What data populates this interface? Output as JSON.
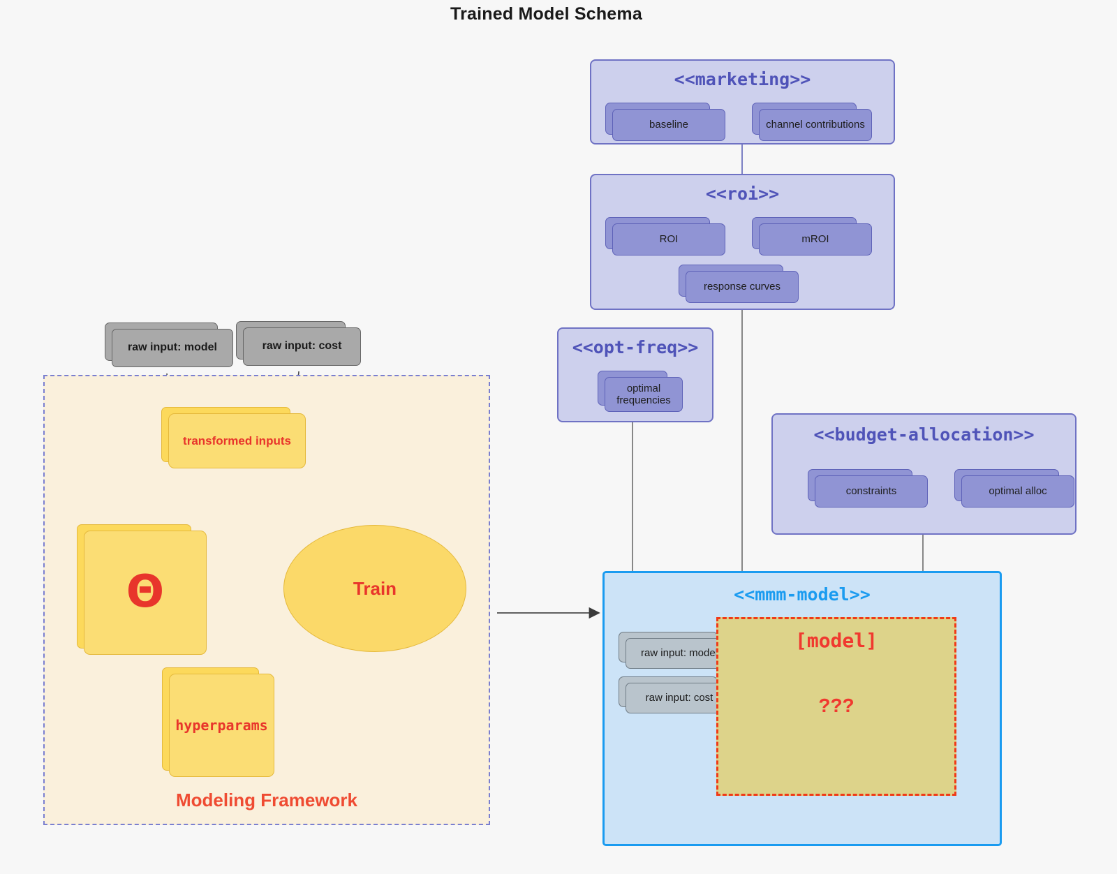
{
  "title": "Trained Model Schema",
  "packages": {
    "marketing": {
      "title": "<<marketing>>",
      "nodes": [
        {
          "label": "baseline"
        },
        {
          "label": "channel contributions"
        }
      ]
    },
    "roi": {
      "title": "<<roi>>",
      "nodes": [
        {
          "label": "ROI"
        },
        {
          "label": "mROI"
        },
        {
          "label": "response curves"
        }
      ]
    },
    "opt_freq": {
      "title": "<<opt-freq>>",
      "nodes": [
        {
          "label": "optimal frequencies"
        }
      ]
    },
    "budget_allocation": {
      "title": "<<budget-allocation>>",
      "nodes": [
        {
          "label": "constraints"
        },
        {
          "label": "optimal alloc"
        }
      ]
    },
    "mmm_model": {
      "title": "<<mmm-model>>",
      "nodes": [
        {
          "label": "raw input: model"
        },
        {
          "label": "raw input: cost"
        }
      ],
      "placeholder": {
        "title": "[model]",
        "subtitle": "???"
      }
    }
  },
  "modeling_framework": {
    "label": "Modeling Framework",
    "raw_inputs": [
      {
        "label": "raw input: model"
      },
      {
        "label": "raw input: cost"
      }
    ],
    "transformed_inputs": "transformed inputs",
    "theta": "Θ",
    "hyperparams": "hyperparams",
    "train": "Train"
  },
  "colors": {
    "background": "#f7f7f7",
    "package_fill": "#cdd0ed",
    "package_stroke": "#6f72c4",
    "package_title": "#4f53b8",
    "node_fill": "#9094d4",
    "node_stroke": "#5e62b8",
    "grey_node_fill": "#a9a9a9",
    "grey_node_stroke": "#666666",
    "yellow_node_fill": "#fbdd74",
    "yellow_node_stroke": "#e5b93c",
    "framework_fill": "#faf0dc",
    "framework_stroke": "#7a7fd0",
    "accent_red": "#e8352b",
    "mmm_fill": "#cce3f7",
    "mmm_stroke": "#1a9bf0",
    "placeholder_fill": "#ddd38a",
    "placeholder_stroke": "#f03a17"
  }
}
